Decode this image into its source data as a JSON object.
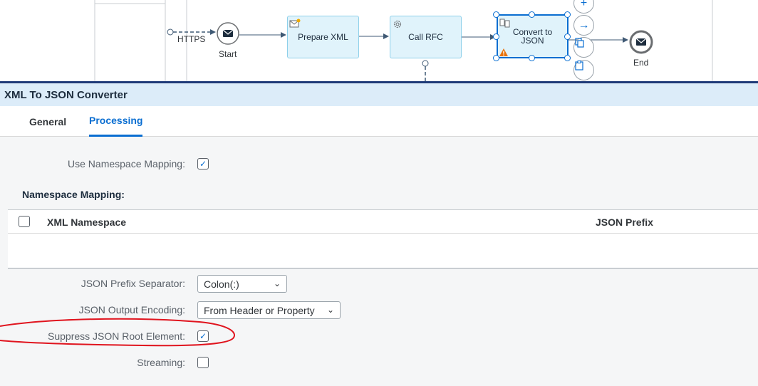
{
  "diagram": {
    "sender_channel_label": "HTTPS",
    "start_label": "Start",
    "end_label": "End",
    "steps": {
      "prepare_xml": "Prepare XML",
      "call_rfc": "Call RFC",
      "convert_to_json": "Convert to JSON"
    },
    "side_actions": {
      "add": "+",
      "connect": "→"
    }
  },
  "panel": {
    "title": "XML To JSON Converter",
    "tabs": {
      "general": "General",
      "processing": "Processing"
    },
    "use_namespace_mapping": {
      "label": "Use Namespace Mapping:",
      "checked": true
    },
    "namespace_mapping_title": "Namespace Mapping:",
    "table": {
      "col_namespace": "XML Namespace",
      "col_prefix": "JSON Prefix"
    },
    "json_prefix_separator": {
      "label": "JSON Prefix Separator:",
      "value": "Colon(:)"
    },
    "json_output_encoding": {
      "label": "JSON Output Encoding:",
      "value": "From Header or Property"
    },
    "suppress_root": {
      "label": "Suppress JSON Root Element:",
      "checked": true
    },
    "streaming": {
      "label": "Streaming:",
      "checked": false
    }
  },
  "glyphs": {
    "check": "✓",
    "chevron": "⌄"
  },
  "colors": {
    "accent": "#0a6ed1",
    "header_bg": "#dcecf9",
    "step_bg": "#e0f3fb",
    "annotation": "#e0141e",
    "warning": "#e9730c"
  }
}
